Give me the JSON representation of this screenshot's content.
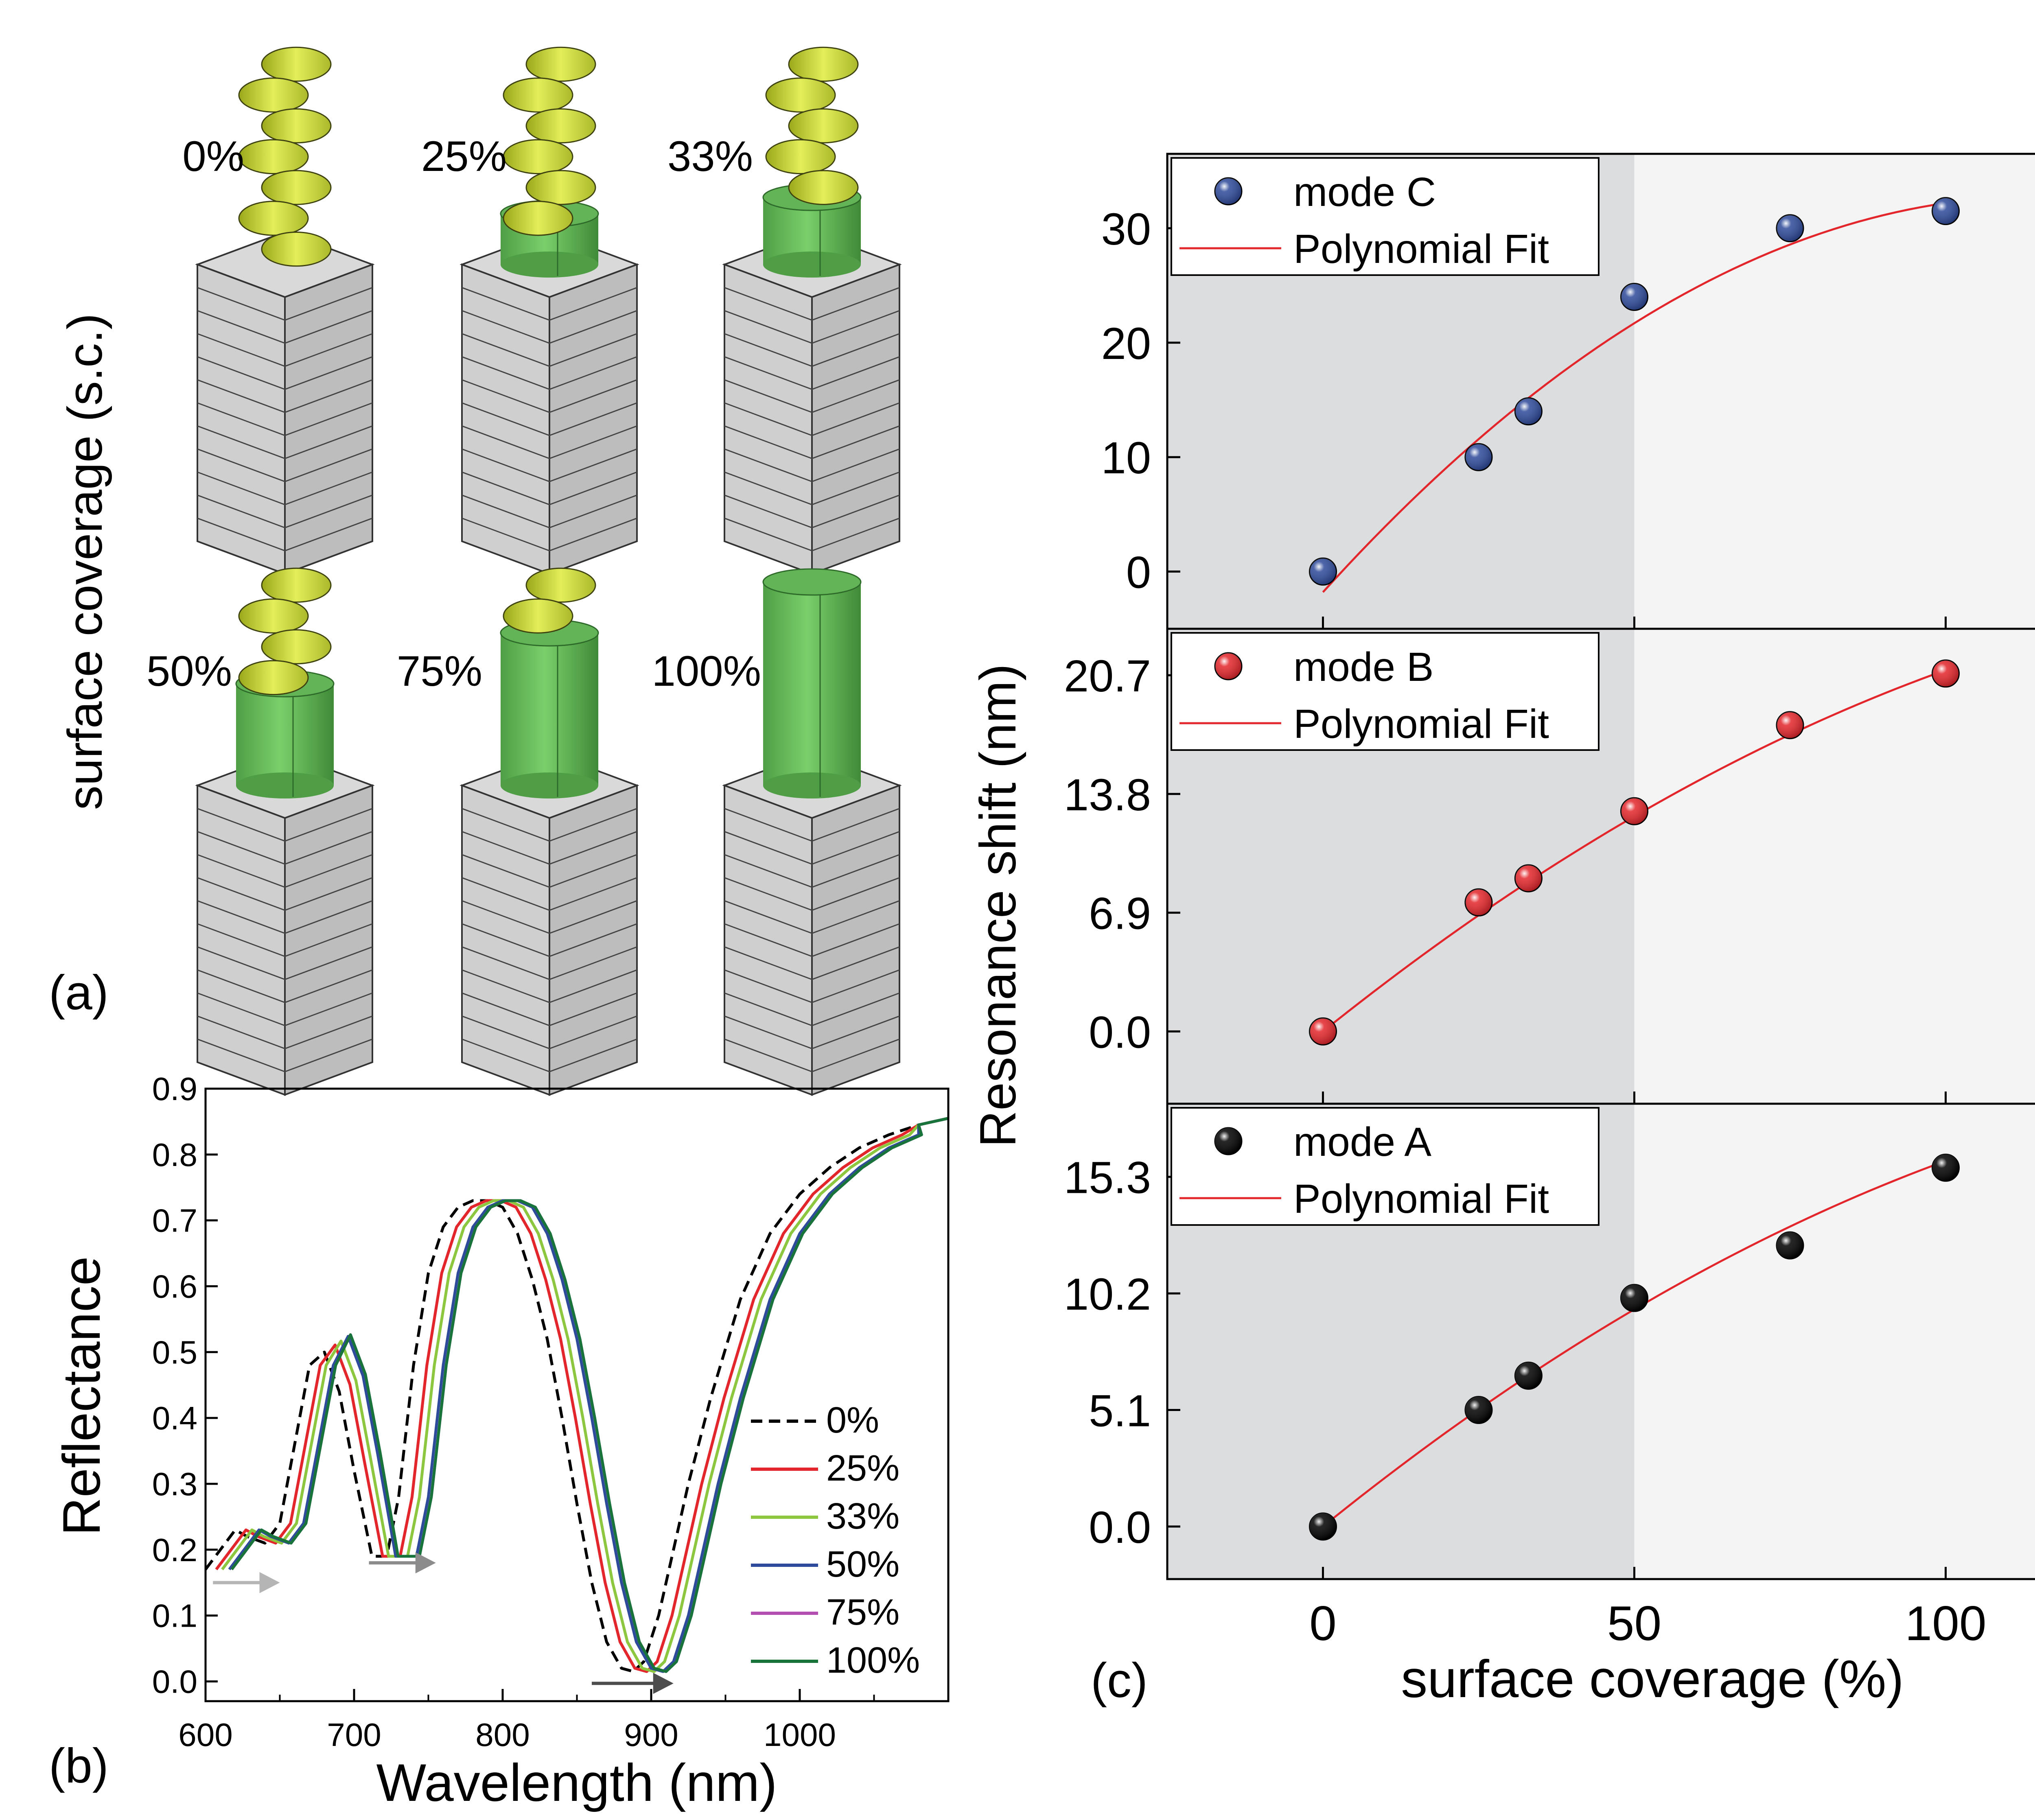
{
  "panel_a": {
    "panel_label": "(a)",
    "axis_title": "surface  coverage (s.c.)",
    "pillars": [
      {
        "label": "0%",
        "fraction": 0.0
      },
      {
        "label": "25%",
        "fraction": 0.25
      },
      {
        "label": "33%",
        "fraction": 0.33
      },
      {
        "label": "50%",
        "fraction": 0.5
      },
      {
        "label": "75%",
        "fraction": 0.75
      },
      {
        "label": "100%",
        "fraction": 1.0
      }
    ],
    "colors": {
      "spiral": "#c9d83a",
      "cylinder": "#6cbd5e",
      "block": "#d4d4d4"
    }
  },
  "chart_data": [
    {
      "id": "reflectance",
      "type": "line",
      "panel_label": "(b)",
      "xlabel": "Wavelength (nm)",
      "ylabel": "Reflectance",
      "xlim": [
        600,
        1100
      ],
      "ylim": [
        -0.03,
        0.9
      ],
      "xticks": [
        "600",
        "700",
        "800",
        "900",
        "1000"
      ],
      "yticks": [
        "0.0",
        "0.1",
        "0.2",
        "0.3",
        "0.4",
        "0.5",
        "0.6",
        "0.7",
        "0.8",
        "0.9"
      ],
      "legend": "bottom-right",
      "series": [
        {
          "name": "0%",
          "color": "#000000",
          "dash": true,
          "shift": 0
        },
        {
          "name": "25%",
          "color": "#e3262b",
          "dash": false,
          "shift": 9
        },
        {
          "name": "33%",
          "color": "#8dc63f",
          "dash": false,
          "shift": 14
        },
        {
          "name": "50%",
          "color": "#2e4a9a",
          "dash": false,
          "shift": 20
        },
        {
          "name": "75%",
          "color": "#b34fb0",
          "dash": false,
          "shift": 22
        },
        {
          "name": "100%",
          "color": "#18743a",
          "dash": false,
          "shift": 22
        }
      ],
      "base_curve": {
        "x": [
          600,
          610,
          620,
          628,
          640,
          650,
          660,
          670,
          680,
          690,
          700,
          712,
          722,
          730,
          740,
          750,
          760,
          770,
          780,
          790,
          800,
          810,
          820,
          830,
          840,
          850,
          860,
          870,
          880,
          888,
          895,
          905,
          915,
          925,
          940,
          960,
          980,
          1000,
          1020,
          1040,
          1060,
          1080,
          1100
        ],
        "y": [
          0.17,
          0.2,
          0.23,
          0.22,
          0.21,
          0.24,
          0.36,
          0.48,
          0.5,
          0.44,
          0.32,
          0.19,
          0.19,
          0.28,
          0.48,
          0.62,
          0.69,
          0.72,
          0.73,
          0.73,
          0.72,
          0.68,
          0.61,
          0.52,
          0.4,
          0.27,
          0.15,
          0.06,
          0.02,
          0.015,
          0.03,
          0.1,
          0.2,
          0.3,
          0.43,
          0.58,
          0.68,
          0.74,
          0.78,
          0.81,
          0.83,
          0.845,
          0.855
        ]
      }
    },
    {
      "id": "modeC",
      "type": "scatter",
      "legend_point": "mode C",
      "legend_fit": "Polynomial Fit",
      "color": "#2e4a9a",
      "x": [
        0,
        25,
        33,
        50,
        75,
        100
      ],
      "y": [
        0,
        10,
        14,
        24,
        30,
        31.5
      ],
      "fit_coef": [
        -1.8,
        0.6,
        -0.0026
      ],
      "ylim": [
        -5,
        36.5
      ],
      "yticks": [
        0,
        10,
        20,
        30
      ],
      "ytick_labels": [
        "0",
        "10",
        "20",
        "30"
      ]
    },
    {
      "id": "modeB",
      "type": "scatter",
      "legend_point": "mode B",
      "legend_fit": "Polynomial Fit",
      "color": "#e3262b",
      "x": [
        0,
        25,
        33,
        50,
        75,
        100
      ],
      "y": [
        0,
        7.5,
        8.9,
        12.8,
        17.8,
        20.8
      ],
      "fit_coef": [
        0,
        0.29,
        -0.0008
      ],
      "ylim": [
        -4.2,
        23.4
      ],
      "yticks": [
        0,
        6.9,
        13.8,
        20.7
      ],
      "ytick_labels": [
        "0.0",
        "6.9",
        "13.8",
        "20.7"
      ]
    },
    {
      "id": "modeA",
      "type": "scatter",
      "legend_point": "mode A",
      "legend_fit": "Polynomial Fit",
      "color": "#000000",
      "x": [
        0,
        25,
        33,
        50,
        75,
        100
      ],
      "y": [
        0,
        5.1,
        6.6,
        10.0,
        12.3,
        15.7
      ],
      "fit_coef": [
        0,
        0.22,
        -0.0006
      ],
      "ylim": [
        -2.3,
        18.5
      ],
      "yticks": [
        0,
        5.1,
        10.2,
        15.3
      ],
      "ytick_labels": [
        "0.0",
        "5.1",
        "10.2",
        "15.3"
      ]
    }
  ],
  "panel_c": {
    "panel_label": "(c)",
    "xlabel": "surface coverage (%)",
    "ylabel": "Resonance shift (nm)",
    "xlim": [
      -25,
      125
    ],
    "xticks": [
      "0",
      "50",
      "100"
    ],
    "shade_until": 50,
    "colors": {
      "shade_dark": "#dcdddf",
      "shade_light": "#f4f4f4",
      "fit": "#e3262b"
    }
  }
}
